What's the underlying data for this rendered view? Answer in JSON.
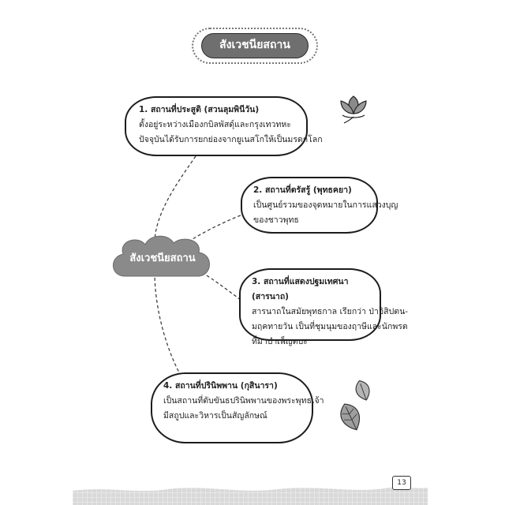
{
  "title": "สังเวชนียสถาน",
  "center_label": "สังเวชนียสถาน",
  "places": [
    {
      "heading": "1. สถานที่ประสูติ (สวนลุมพินีวัน)",
      "lines": [
        "ตั้งอยู่ระหว่างเมืองกบิลพัสดุ์และกรุงเทวทหะ",
        "ปัจจุบันได้รับการยกย่องจากยูเนสโกให้เป็นมรดกโลก"
      ]
    },
    {
      "heading": "2. สถานที่ตรัสรู้ (พุทธคยา)",
      "lines": [
        "เป็นศูนย์รวมของจุดหมายในการแสวงบุญ",
        "ของชาวพุทธ"
      ]
    },
    {
      "heading": "3. สถานที่แสดงปฐมเทศนา (สารนาถ)",
      "lines": [
        "สารนาถในสมัยพุทธกาล เรียกว่า ป่าอิสิปตน-",
        "มฤคทายวัน เป็นที่ชุมนุมของฤาษีและนักพรต",
        "ที่มาบำเพ็ญตบะ"
      ]
    },
    {
      "heading": "4. สถานที่ปรินิพพาน (กุสินารา)",
      "lines": [
        "เป็นสถานที่ดับขันธปรินิพพานของพระพุทธเจ้า",
        "มีสถูปและวิหารเป็นสัญลักษณ์"
      ]
    }
  ],
  "page_number": "13",
  "icons": [
    "lotus-icon",
    "bodhi-leaf-icon"
  ],
  "colors": {
    "pill": "#6f6f6f",
    "cloud": "#8a8a8a",
    "lines": "#333333"
  }
}
